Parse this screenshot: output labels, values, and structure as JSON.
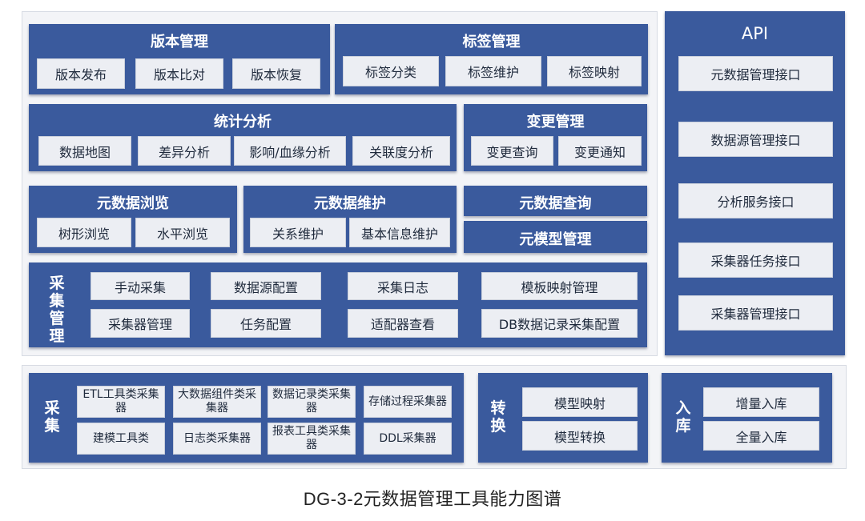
{
  "version": {
    "title": "版本管理",
    "items": [
      "版本发布",
      "版本比对",
      "版本恢复"
    ]
  },
  "tags": {
    "title": "标签管理",
    "items": [
      "标签分类",
      "标签维护",
      "标签映射"
    ]
  },
  "stats": {
    "title": "统计分析",
    "items": [
      "数据地图",
      "差异分析",
      "影响/血缘分析",
      "关联度分析"
    ]
  },
  "change": {
    "title": "变更管理",
    "items": [
      "变更查询",
      "变更通知"
    ]
  },
  "browse": {
    "title": "元数据浏览",
    "items": [
      "树形浏览",
      "水平浏览"
    ]
  },
  "maintain": {
    "title": "元数据维护",
    "items": [
      "关系维护",
      "基本信息维护"
    ]
  },
  "query": {
    "title": "元数据查询"
  },
  "model_mgmt": {
    "title": "元模型管理"
  },
  "collect_mgmt": {
    "title": "采集管理",
    "items": [
      "手动采集",
      "数据源配置",
      "采集日志",
      "模板映射管理",
      "采集器管理",
      "任务配置",
      "适配器查看",
      "DB数据记录采集配置"
    ]
  },
  "api": {
    "title": "API",
    "items": [
      "元数据管理接口",
      "数据源管理接口",
      "分析服务接口",
      "采集器任务接口",
      "采集器管理接口"
    ]
  },
  "collect": {
    "title": "采集",
    "items": [
      "ETL工具类采集器",
      "大数据组件类采集器",
      "数据记录类采集器",
      "存储过程采集器",
      "建模工具类",
      "日志类采集器",
      "报表工具类采集器",
      "DDL采集器"
    ]
  },
  "convert": {
    "title": "转换",
    "items": [
      "模型映射",
      "模型转换"
    ]
  },
  "load": {
    "title": "入库",
    "items": [
      "增量入库",
      "全量入库"
    ]
  },
  "caption": "DG-3-2元数据管理工具能力图谱"
}
